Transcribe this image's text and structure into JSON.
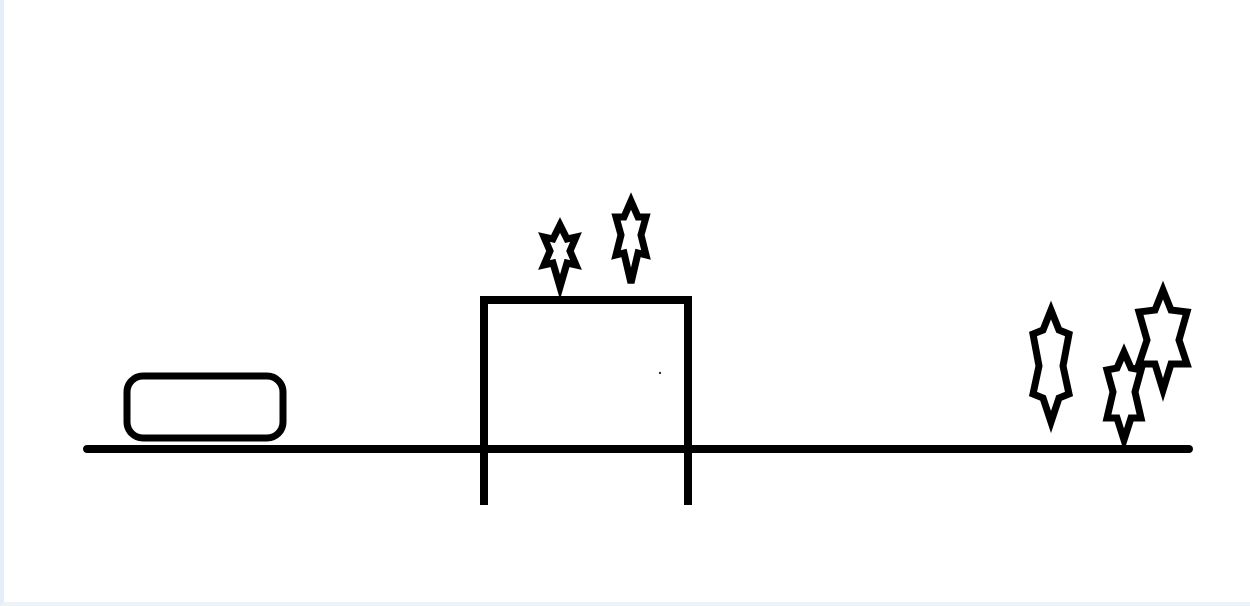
{
  "game": {
    "background_color": "#ffffff",
    "ink_color": "#000000",
    "frame_color": "#e4eef8"
  },
  "level": {
    "player": {
      "sprite": "rounded-rectangle"
    },
    "obstacle": {
      "sprite": "open-bottom-box"
    },
    "collectibles": [
      {
        "group": "on-obstacle",
        "sprite": "star-gem-icon"
      },
      {
        "group": "on-obstacle",
        "sprite": "star-gem-icon"
      },
      {
        "group": "ground-right",
        "sprite": "star-gem-icon"
      },
      {
        "group": "ground-right",
        "sprite": "star-gem-icon"
      },
      {
        "group": "ground-right",
        "sprite": "star-gem-icon"
      }
    ]
  }
}
